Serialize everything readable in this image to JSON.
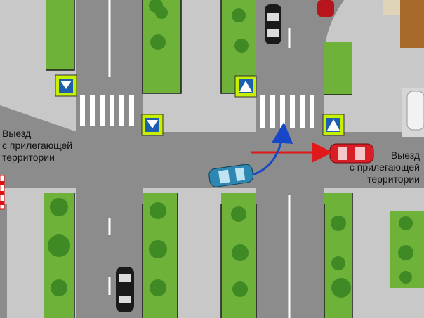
{
  "labels": {
    "left_exit": "Выезд\nс прилегающей\nтерритории",
    "right_exit": "Выезд\nс прилегающей\nтерритории"
  },
  "signs": [
    {
      "id": "sign-pedestrian-yield-1",
      "type": "pedestrian-crossing"
    },
    {
      "id": "sign-pedestrian-yield-2",
      "type": "pedestrian-crossing"
    },
    {
      "id": "sign-pedestrian-1",
      "type": "pedestrian-crossing"
    },
    {
      "id": "sign-pedestrian-2",
      "type": "pedestrian-crossing"
    }
  ],
  "vehicles": [
    {
      "name": "blue-car",
      "color": "#2e87b0"
    },
    {
      "name": "red-car",
      "color": "#d81f26"
    },
    {
      "name": "black-car-top",
      "color": "#1a1a1a"
    },
    {
      "name": "black-car-bottom",
      "color": "#1a1a1a"
    },
    {
      "name": "red-car-top",
      "color": "#b8141c"
    },
    {
      "name": "white-car",
      "color": "#f2f2f2"
    }
  ],
  "colors": {
    "road": "#8c8c8c",
    "sidewalk": "#c8c8c8",
    "grass": "#6fb23a",
    "red_arrow": "#e0191b",
    "blue_arrow": "#1846c8",
    "sign_bg": "#c7f000"
  }
}
